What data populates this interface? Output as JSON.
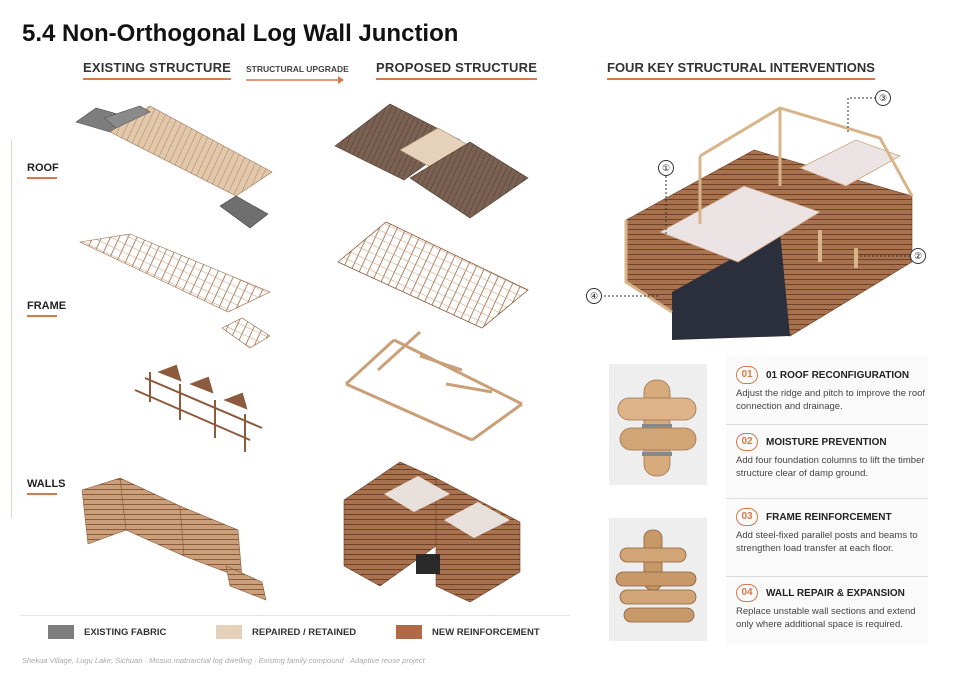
{
  "title": "5.4 Non-Orthogonal Log Wall Junction",
  "columns": {
    "existing": "EXISTING STRUCTURE",
    "upgrade": "STRUCTURAL UPGRADE",
    "proposed": "PROPOSED STRUCTURE"
  },
  "rows": {
    "roof": "ROOF",
    "frame": "FRAME",
    "walls": "WALLS"
  },
  "interventions_title": "FOUR KEY STRUCTURAL INTERVENTIONS",
  "callouts": [
    "①",
    "②",
    "③",
    "④"
  ],
  "interventions": [
    {
      "num": "01",
      "heading": "01  ROOF RECONFIGURATION",
      "desc": "Adjust the ridge and pitch to improve the roof connection and drainage."
    },
    {
      "num": "02",
      "heading": "MOISTURE PREVENTION",
      "desc": "Add four foundation columns to lift the timber structure clear of damp ground."
    },
    {
      "num": "03",
      "heading": "FRAME REINFORCEMENT",
      "desc": "Add steel-fixed parallel posts and beams to strengthen load transfer at each floor."
    },
    {
      "num": "04",
      "heading": "WALL REPAIR & EXPANSION",
      "desc": "Replace unstable wall sections and extend only where additional space is required."
    }
  ],
  "legend": [
    {
      "label": "EXISTING FABRIC",
      "color": "#7d7d7d"
    },
    {
      "label": "REPAIRED / RETAINED",
      "color": "#e6d2bb"
    },
    {
      "label": "NEW REINFORCEMENT",
      "color": "#b06a45"
    }
  ],
  "footer": "Shekua Village, Lugu Lake, Sichuan · Mosuo matriarchal log dwelling · Existing family compound · Adaptive reuse project",
  "colors": {
    "accent": "#d27a4a",
    "wood_light": "#d8b48a",
    "wood_dark": "#8c5a3c",
    "roof_dark": "#6f5a4d"
  }
}
